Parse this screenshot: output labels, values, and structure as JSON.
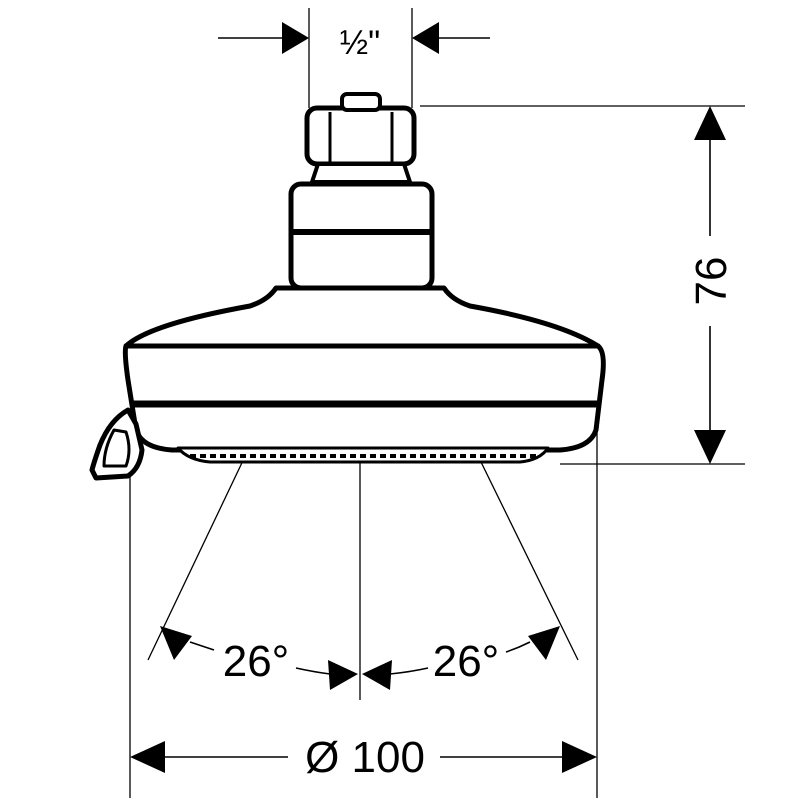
{
  "dimensions": {
    "thread": "½\"",
    "height": "76",
    "angle_left": "26°",
    "angle_right": "26°",
    "diameter": "Ø 100"
  },
  "colors": {
    "line": "#000000",
    "background": "#ffffff"
  }
}
